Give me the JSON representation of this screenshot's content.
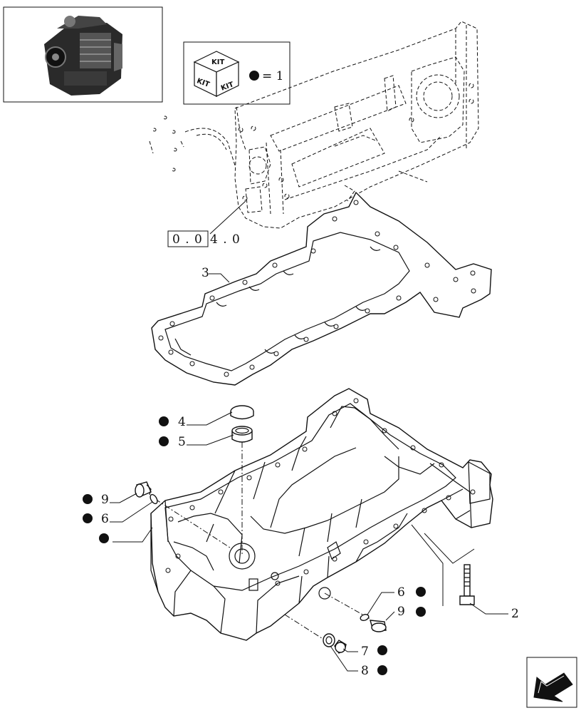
{
  "kit_legend": {
    "kit_labels": [
      "KIT",
      "KIT",
      "KIT"
    ],
    "equals_text": "= 1"
  },
  "reference": {
    "boxed_part": "0 . 0",
    "trailing_part": "4 . 0"
  },
  "callouts": [
    {
      "id": "c2",
      "number": "2",
      "kit": false
    },
    {
      "id": "c3",
      "number": "3",
      "kit": false
    },
    {
      "id": "c4",
      "number": "4",
      "kit": true
    },
    {
      "id": "c5",
      "number": "5",
      "kit": true
    },
    {
      "id": "c9a",
      "number": "9",
      "kit": true
    },
    {
      "id": "c6a",
      "number": "6",
      "kit": true
    },
    {
      "id": "c1",
      "number": "",
      "kit": true
    },
    {
      "id": "c6b",
      "number": "6",
      "kit": true
    },
    {
      "id": "c9b",
      "number": "9",
      "kit": true
    },
    {
      "id": "c7",
      "number": "7",
      "kit": true
    },
    {
      "id": "c8",
      "number": "8",
      "kit": true
    }
  ],
  "icons": {
    "engine_thumbnail": "engine-icon",
    "kit_box": "kit-box-icon",
    "navigation": "arrow-left-down-icon"
  }
}
